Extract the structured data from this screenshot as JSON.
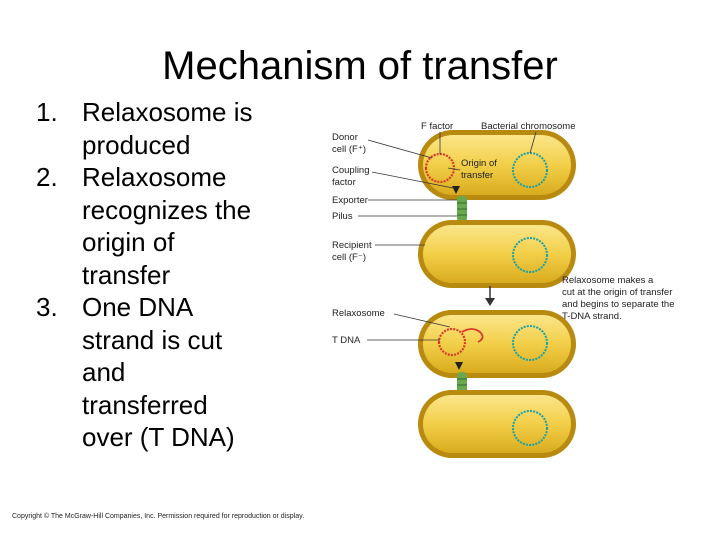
{
  "title": "Mechanism of transfer",
  "steps": [
    {
      "number": "1.",
      "lines": [
        "Relaxosome is",
        "produced"
      ]
    },
    {
      "number": "2.",
      "lines": [
        "Relaxosome",
        "recognizes the",
        "origin of",
        "transfer"
      ]
    },
    {
      "number": "3.",
      "lines": [
        "One DNA",
        "strand is cut",
        "and",
        "transferred",
        "over (T DNA)"
      ]
    }
  ],
  "diagram": {
    "labels": {
      "f_factor": "F factor",
      "bacterial_chromosome": "Bacterial chromosome",
      "donor_cell": [
        "Donor",
        "cell (F⁺)"
      ],
      "origin_of_transfer": [
        "Origin of",
        "transfer"
      ],
      "coupling_factor": [
        "Coupling",
        "factor"
      ],
      "exporter": "Exporter",
      "pilus": "Pilus",
      "recipient_cell": [
        "Recipient",
        "cell (F⁻)"
      ],
      "relaxosome_note": [
        "Relaxosome makes a",
        "cut at the origin of transfer",
        "and begins to separate the",
        "T-DNA strand."
      ],
      "relaxosome": "Relaxosome",
      "t_dna": "T DNA"
    },
    "colors": {
      "cell_fill": "#f2cf48",
      "cell_outline": "#b88a10",
      "plasmid": "#d83a2a",
      "chromosome": "#1aa0a8",
      "pilus": "#6aa84f"
    }
  },
  "copyright": "Copyright © The McGraw-Hill Companies, Inc. Permission required for reproduction or display."
}
